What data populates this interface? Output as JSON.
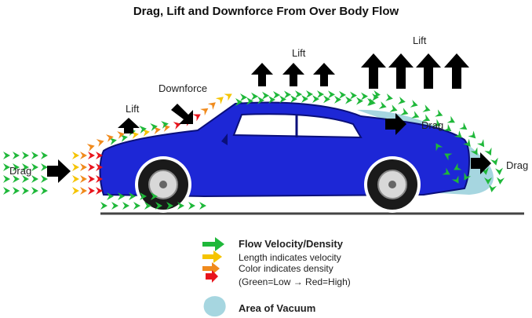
{
  "title": "Drag, Lift and Downforce From Over Body Flow",
  "labels": {
    "drag_front": "Drag",
    "lift_small": "Lift",
    "downforce": "Downforce",
    "lift_mid": "Lift",
    "lift_big": "Lift",
    "drag_roof": "Drag",
    "drag_rear": "Drag"
  },
  "legend": {
    "flow": "Flow Velocity/Density",
    "length": "Length indicates velocity",
    "color": "Color indicates density",
    "scale": "(Green=Low → Red=High)",
    "vacuum": "Area of Vacuum"
  },
  "colors": {
    "car_body": "#1d27d6",
    "vacuum": "#a6d6e0",
    "low_density": "#1fb83a",
    "mid_low": "#f5c400",
    "mid_high": "#f08a1c",
    "high_density": "#e8141c",
    "force_arrow": "#000000"
  }
}
